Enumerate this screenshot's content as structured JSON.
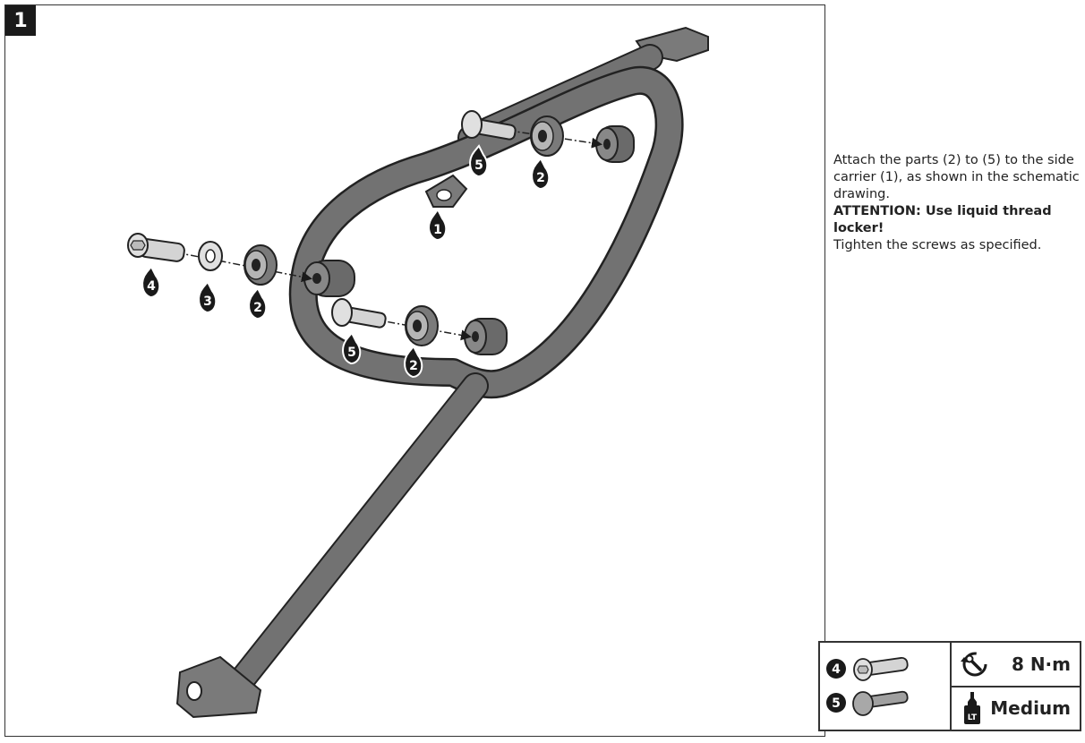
{
  "step": {
    "number": "1"
  },
  "callouts": {
    "carrier": "1",
    "bushing_a": "2",
    "bushing_b": "2",
    "bushing_c": "2",
    "washer": "3",
    "screw_long": "4",
    "screw_countersunk_a": "5",
    "screw_countersunk_b": "5"
  },
  "instructions": {
    "line1": "Attach the parts (2) to (5) to the side carrier (1), as shown in the schematic drawing.",
    "attention": "ATTENTION: Use liquid thread locker!",
    "line3": "Tighten the screws as specified."
  },
  "spec": {
    "fastener_a_label": "4",
    "fastener_b_label": "5",
    "torque": "8 N·m",
    "thread_locker": "Medium",
    "thread_locker_icon_text": "LT"
  },
  "colors": {
    "frame_tube": "#6e6e6e",
    "frame_tube_dark": "#3a3a3a",
    "part_light": "#d4d4d4",
    "badge": "#1a1a1a"
  }
}
